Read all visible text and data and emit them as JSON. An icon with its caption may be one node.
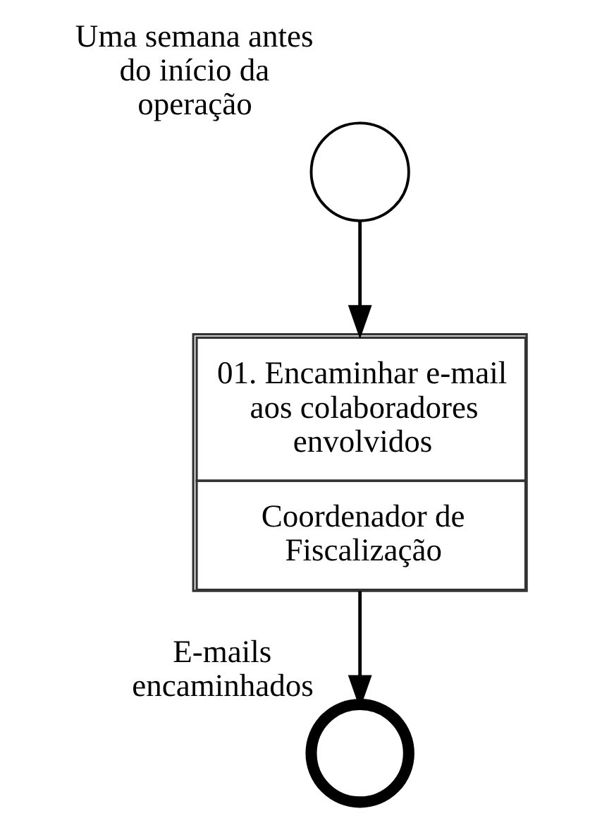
{
  "diagram": {
    "nodes": [
      {
        "text": [],
        "shape": "circle",
        "beside": [
          "Uma semana antes do início da operação"
        ]
      },
      {
        "text": [
          "01. Encaminhar e-mail aos colaboradores envolvidos",
          "Coordenador de Fiscalização"
        ]
      },
      {
        "text": [],
        "shape": "circle",
        "beside": [
          "E-mails encaminhados"
        ]
      }
    ],
    "edges": [
      {
        "from": 0,
        "to": 1,
        "arrow": "to"
      },
      {
        "from": 1,
        "to": 2,
        "arrow": "to"
      }
    ]
  }
}
